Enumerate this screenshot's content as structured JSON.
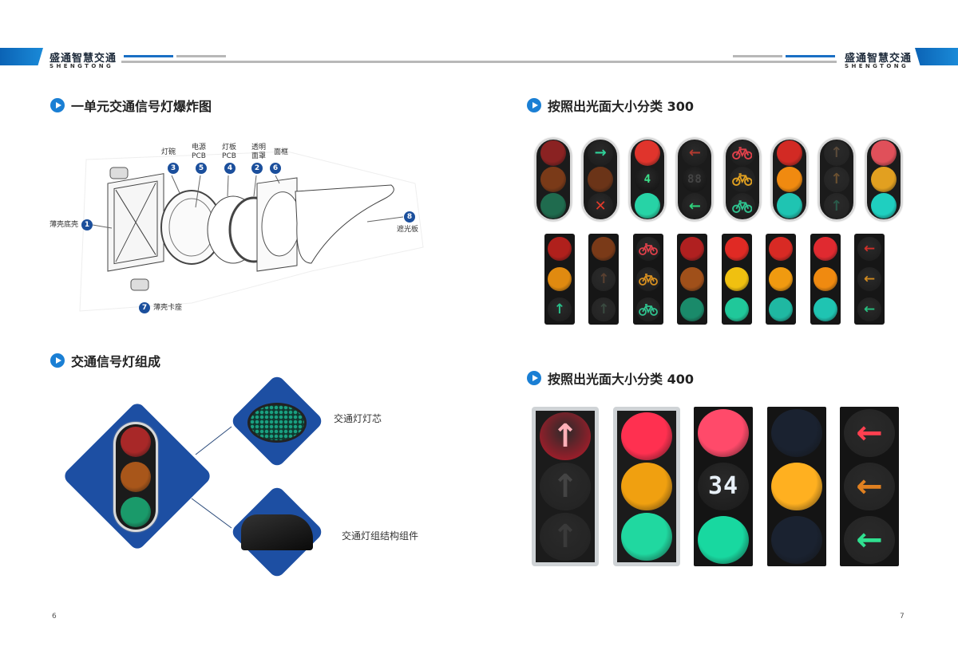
{
  "header": {
    "brand": "盛通智慧交通",
    "brand_en": "SHENGTONG",
    "accent": "#0b63b5"
  },
  "left": {
    "section1": {
      "title": "一单元交通信号灯爆炸图",
      "parts": [
        {
          "num": "1",
          "label": "薄壳底壳"
        },
        {
          "num": "2",
          "label": "透明面罩"
        },
        {
          "num": "3",
          "label": "灯碗"
        },
        {
          "num": "4",
          "label": "灯板PCB"
        },
        {
          "num": "5",
          "label": "电源PCB"
        },
        {
          "num": "6",
          "label": "面框"
        },
        {
          "num": "7",
          "label": "薄壳卡座"
        },
        {
          "num": "8",
          "label": "遮光板"
        }
      ]
    },
    "section2": {
      "title": "交通信号灯组成",
      "caption_core": "交通灯灯芯",
      "caption_struct": "交通灯组结构组件"
    },
    "page": "6"
  },
  "right": {
    "section1": {
      "title": "按照出光面大小分类 300"
    },
    "section2": {
      "title": "按照出光面大小分类 400"
    },
    "page": "7"
  },
  "lights": {
    "row300a": [
      [
        [
          "#8a2222"
        ],
        [
          "#7a3a18"
        ],
        [
          "#1f6b4e"
        ]
      ],
      [
        [
          "#1b1b1b",
          "→",
          "#2fd39a"
        ],
        [
          "#6b3418"
        ],
        [
          "#1b1b1b",
          "✕",
          "#e23a2a"
        ]
      ],
      [
        [
          "#e0342c"
        ],
        [
          "#111",
          "4",
          "#3be08a",
          "digits"
        ],
        [
          "#27d3a6"
        ]
      ],
      [
        [
          "#1b1b1b",
          "←",
          "#b03a30"
        ],
        [
          "#111",
          "88",
          "#444",
          "digits"
        ],
        [
          "#1b1b1b",
          "←",
          "#2fcf7a"
        ]
      ],
      [
        [
          "#1b1b1b",
          "bike",
          "#e0404a"
        ],
        [
          "#1b1b1b",
          "bike",
          "#e0a020"
        ],
        [
          "#1b1b1b",
          "bike",
          "#2fc490"
        ]
      ],
      [
        [
          "#d22a24"
        ],
        [
          "#f08a10"
        ],
        [
          "#1fc4b2"
        ]
      ],
      [
        [
          "#222",
          "↑",
          "#5a4a3a"
        ],
        [
          "#222",
          "↑",
          "#6a5030"
        ],
        [
          "#222",
          "↑",
          "#2a5a4a"
        ]
      ],
      [
        [
          "#e0505a"
        ],
        [
          "#e2a020"
        ],
        [
          "#1fcfc0"
        ]
      ]
    ],
    "row300b": [
      [
        [
          "#b0201c"
        ],
        [
          "#e08a10"
        ],
        [
          "#1b1b1b",
          "↑",
          "#28c08a"
        ]
      ],
      [
        [
          "#7a3a18"
        ],
        [
          "#222",
          "↑",
          "#5a4030"
        ],
        [
          "#222",
          "↑",
          "#3a4a40"
        ]
      ],
      [
        [
          "#1b1b1b",
          "bike",
          "#e0404a"
        ],
        [
          "#1b1b1b",
          "bike",
          "#d89020"
        ],
        [
          "#1b1b1b",
          "bike",
          "#2fc490"
        ]
      ],
      [
        [
          "#b02020"
        ],
        [
          "#a0501a"
        ],
        [
          "#1a8a6a"
        ]
      ],
      [
        [
          "#e02a24"
        ],
        [
          "#f0c010"
        ],
        [
          "#20c89a"
        ]
      ],
      [
        [
          "#d82a24"
        ],
        [
          "#f09a10"
        ],
        [
          "#1fb8a2"
        ]
      ],
      [
        [
          "#e02a30"
        ],
        [
          "#f08a10"
        ],
        [
          "#1fc4b2"
        ]
      ],
      [
        [
          "#1b1b1b",
          "←",
          "#d0302a"
        ],
        [
          "#1b1b1b",
          "←",
          "#d08a20"
        ],
        [
          "#1b1b1b",
          "←",
          "#28c080"
        ]
      ]
    ],
    "row400": [
      {
        "style": "silver",
        "lamps": [
          [
            "#c01a2a",
            "↑",
            "#ffb0b8"
          ],
          [
            "#222",
            "↑",
            "#444"
          ],
          [
            "#222",
            "↑",
            "#3a3a3a"
          ]
        ]
      },
      {
        "style": "silver",
        "lamps": [
          [
            "#ff3050"
          ],
          [
            "#f0a010"
          ],
          [
            "#20d8a0"
          ]
        ]
      },
      {
        "style": "black",
        "lamps": [
          [
            "#ff4a6a"
          ],
          [
            "#1a1a1a",
            "34",
            "#e8f0f8",
            "digits"
          ],
          [
            "#18d8a0"
          ]
        ]
      },
      {
        "style": "black",
        "lamps": [
          [
            "#1a2230"
          ],
          [
            "#ffb020"
          ],
          [
            "#1a2230"
          ]
        ]
      },
      {
        "style": "black",
        "lamps": [
          [
            "#222",
            "←",
            "#ff4050"
          ],
          [
            "#222",
            "←",
            "#e08020"
          ],
          [
            "#222",
            "←",
            "#30e090"
          ]
        ]
      }
    ]
  }
}
